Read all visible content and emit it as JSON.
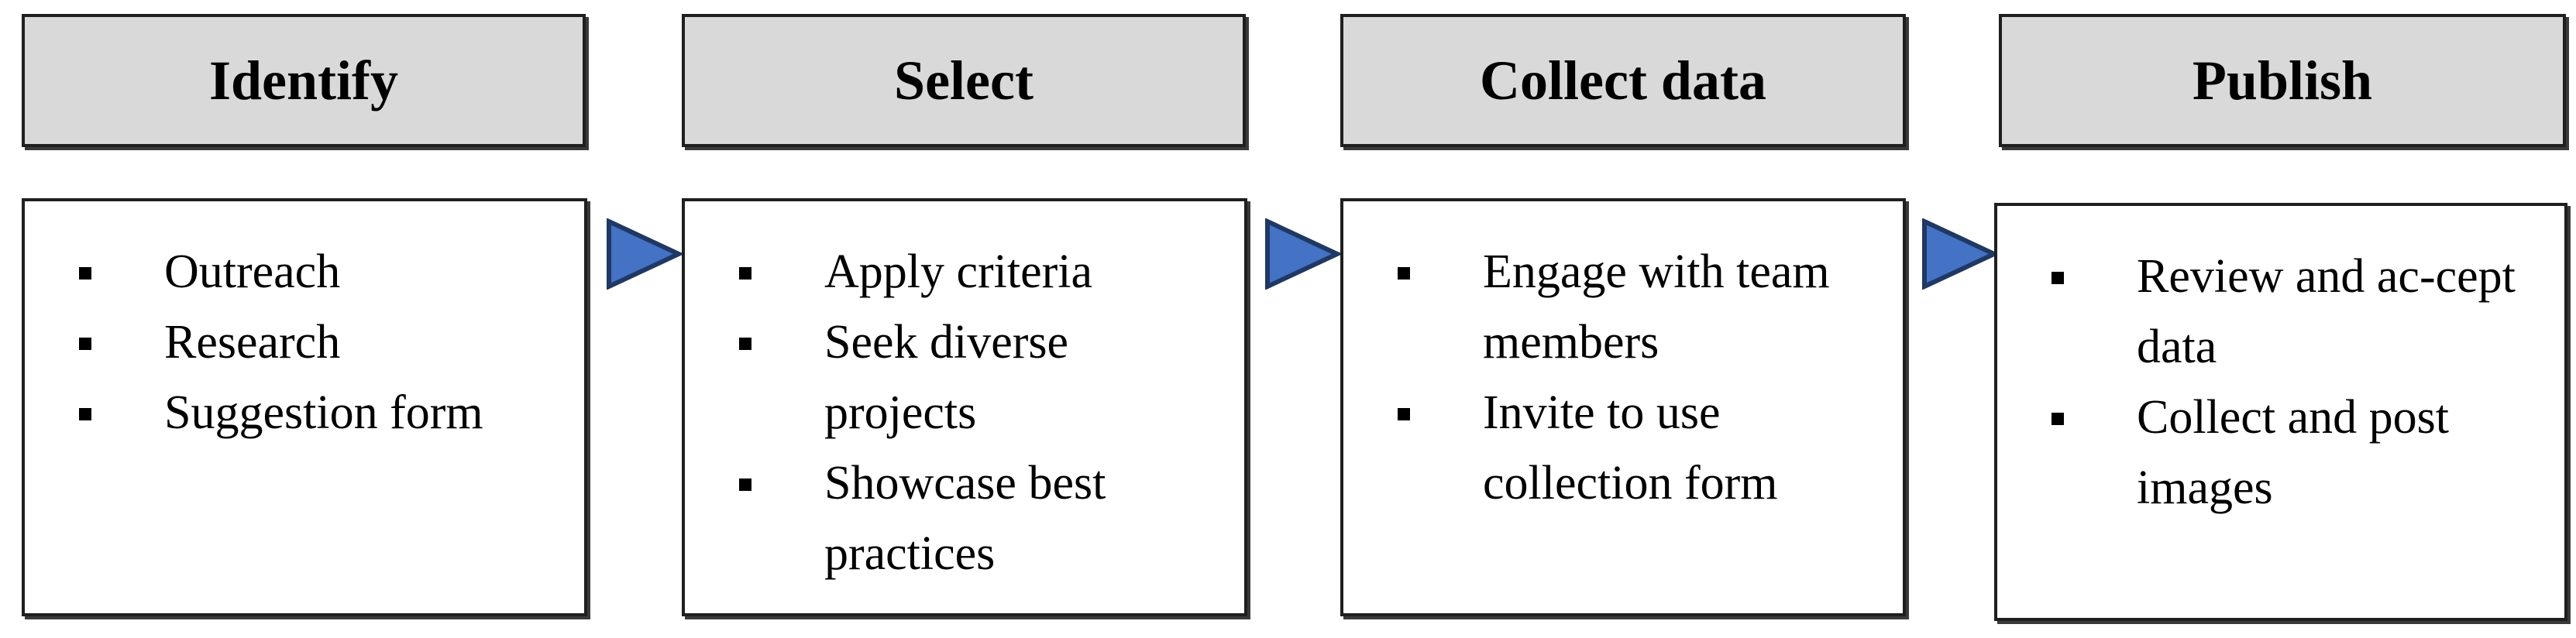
{
  "diagram": {
    "stages": [
      {
        "title": "Identify",
        "items": [
          "Outreach",
          "Research",
          "Suggestion form"
        ]
      },
      {
        "title": "Select",
        "items": [
          "Apply criteria",
          "Seek diverse projects",
          "Showcase best practices"
        ]
      },
      {
        "title": "Collect data",
        "items": [
          "Engage with team members",
          "Invite to use collection form"
        ]
      },
      {
        "title": "Publish",
        "items": [
          "Review and ac-cept data",
          "Collect and post images"
        ]
      }
    ],
    "colors": {
      "header_fill": "#d9d9d9",
      "border": "#1f1f1f",
      "arrow_fill": "#4472c4",
      "arrow_stroke": "#1f3864"
    },
    "icons": {
      "arrow": "right-triangle-arrow-icon",
      "bullet": "square-bullet-icon"
    }
  }
}
